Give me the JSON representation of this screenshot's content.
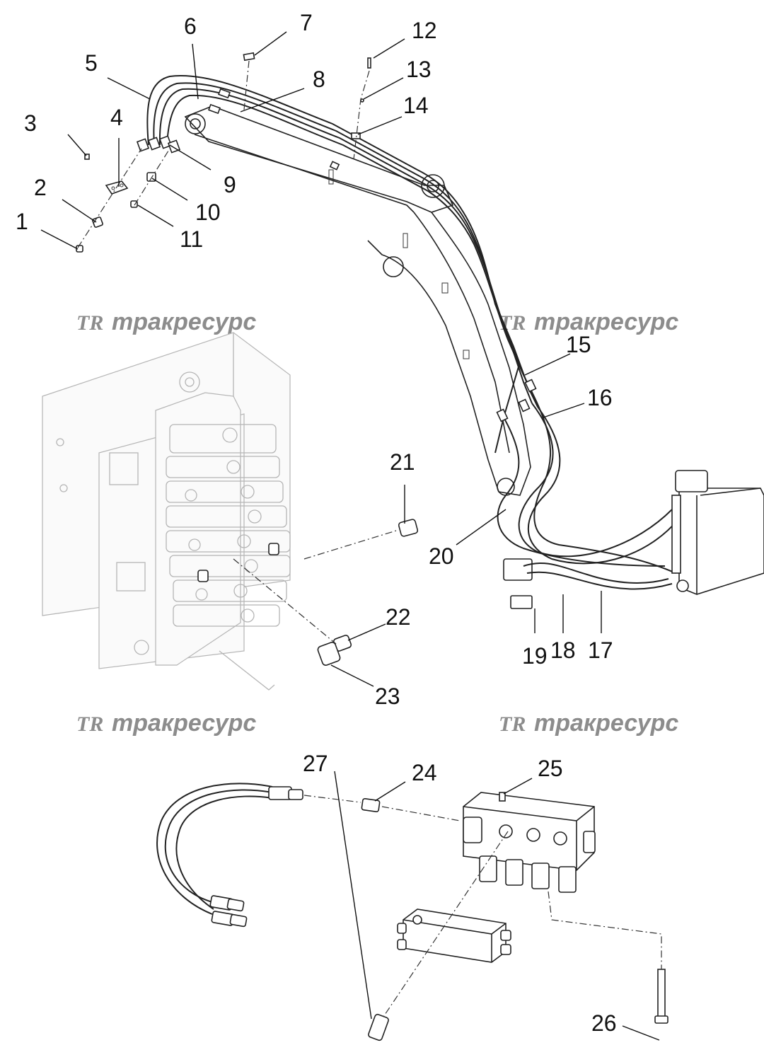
{
  "watermarks": [
    {
      "logo": "TR",
      "text": "тракресурс"
    },
    {
      "logo": "TR",
      "text": "тракресурс"
    },
    {
      "logo": "TR",
      "text": "тракресурс"
    },
    {
      "logo": "TR",
      "text": "тракресурс"
    }
  ],
  "callouts": {
    "c1": "1",
    "c2": "2",
    "c3": "3",
    "c4": "4",
    "c5": "5",
    "c6": "6",
    "c7": "7",
    "c8": "8",
    "c9": "9",
    "c10": "10",
    "c11": "11",
    "c12": "12",
    "c13": "13",
    "c14": "14",
    "c15": "15",
    "c16": "16",
    "c17": "17",
    "c18": "18",
    "c19": "19",
    "c20": "20",
    "c21": "21",
    "c22": "22",
    "c23": "23",
    "c24": "24",
    "c25": "25",
    "c26": "26",
    "c27": "27"
  }
}
